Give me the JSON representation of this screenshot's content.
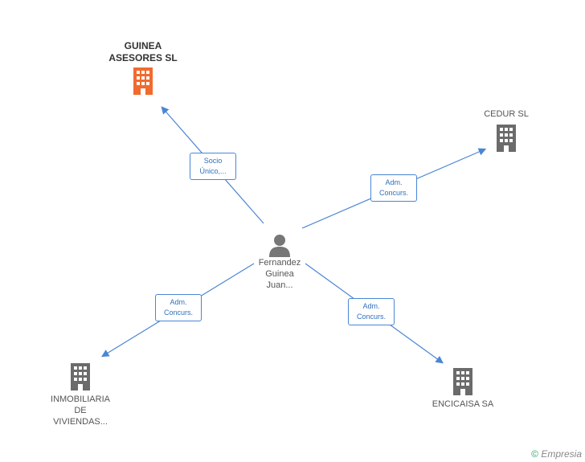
{
  "nodes": {
    "guinea": {
      "line1": "GUINEA",
      "line2": "ASESORES SL",
      "color": "#f26a2e"
    },
    "cedur": {
      "name": "CEDUR SL",
      "color": "#6b6b6b"
    },
    "person": {
      "line1": "Fernandez",
      "line2": "Guinea",
      "line3": "Juan..."
    },
    "inmob": {
      "line1": "INMOBILIARIA",
      "line2": "DE",
      "line3": "VIVIENDAS...",
      "color": "#6b6b6b"
    },
    "encicaisa": {
      "name": "ENCICAISA SA",
      "color": "#6b6b6b"
    }
  },
  "relations": {
    "guinea": {
      "line1": "Socio",
      "line2": "Único,..."
    },
    "cedur": {
      "line1": "Adm.",
      "line2": "Concurs."
    },
    "inmob": {
      "line1": "Adm.",
      "line2": "Concurs."
    },
    "encicaisa": {
      "line1": "Adm.",
      "line2": "Concurs."
    }
  },
  "footer": {
    "copyright": "©",
    "brand": "Empresia"
  },
  "colors": {
    "edge": "#4a86d4",
    "company_highlight": "#f26a2e",
    "company": "#6b6b6b",
    "person": "#777777"
  }
}
